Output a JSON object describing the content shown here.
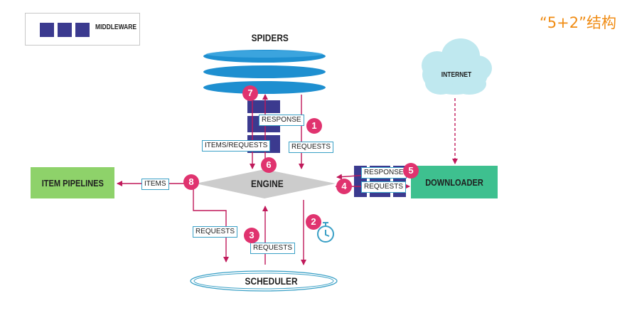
{
  "legend": {
    "label": "MIDDLEWARE"
  },
  "title_tag": "“5+2”结构",
  "components": {
    "spiders": "SPIDERS",
    "engine": "ENGINE",
    "scheduler": "SCHEDULER",
    "downloader": "DOWNLOADER",
    "item_pipelines": "ITEM PIPELINES",
    "internet": "INTERNET"
  },
  "flow_labels": {
    "response_spider": "RESPONSE",
    "items_requests": "ITEMS/REQUESTS",
    "requests_1": "REQUESTS",
    "response_downloader": "RESPONSE",
    "requests_downloader": "REQUESTS",
    "items": "ITEMS",
    "requests_to_scheduler": "REQUESTS",
    "requests_from_scheduler": "REQUESTS"
  },
  "steps": [
    "1",
    "2",
    "3",
    "4",
    "5",
    "6",
    "7",
    "8"
  ],
  "colors": {
    "middleware": "#3b3a8f",
    "arrow": "#c0195a",
    "badge": "#e0336f",
    "tag_border": "#3aa0c6",
    "spiders": "#1e8fd0",
    "engine": "#cccccc",
    "downloader": "#3ec08f",
    "pipelines": "#8ed26a",
    "cloud": "#bfe8ef",
    "accent": "#f08c14"
  },
  "icons": [
    "clock-icon",
    "cloud-icon"
  ]
}
